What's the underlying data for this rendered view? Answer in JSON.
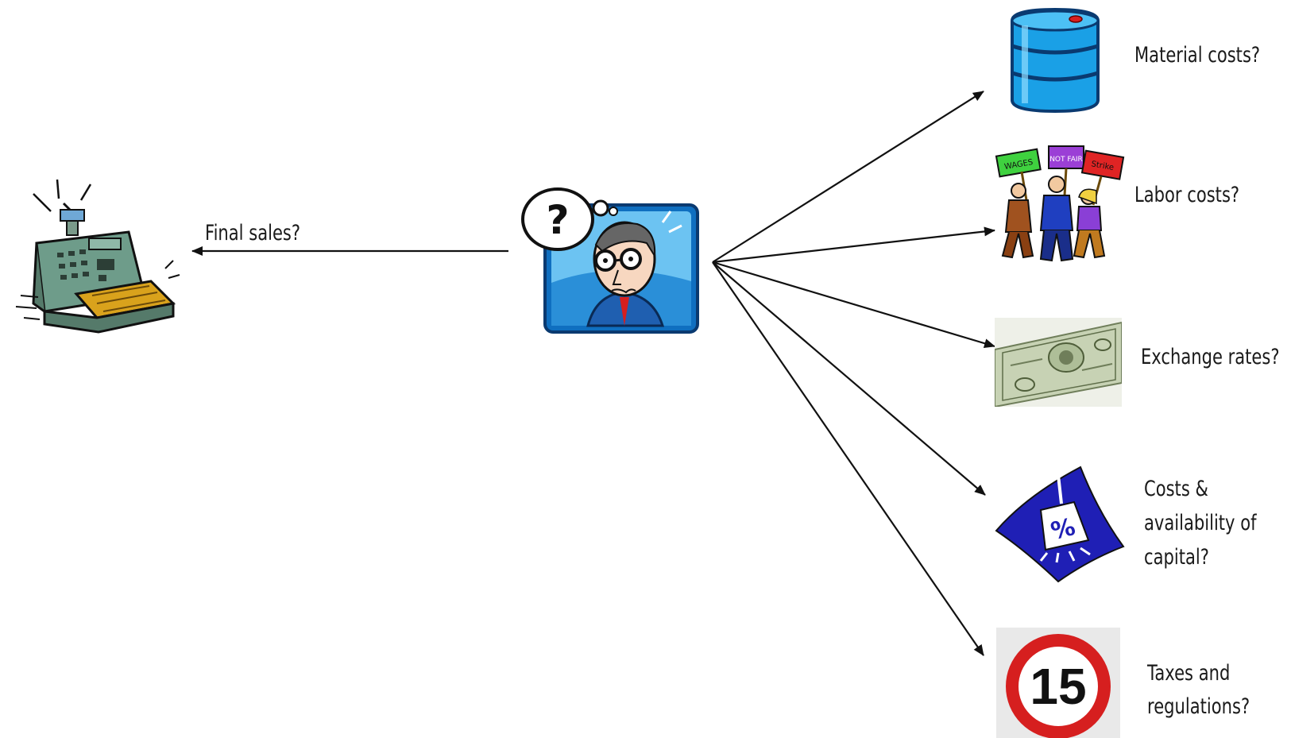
{
  "labels": {
    "left": "Final sales?",
    "material": "Material costs?",
    "labor": "Labor costs?",
    "exchange": "Exchange rates?",
    "capital_1": "Costs &",
    "capital_2": "availability of",
    "capital_3": "capital?",
    "taxes_1": "Taxes and",
    "taxes_2": "regulations?"
  },
  "icons": {
    "register": "cash-register-icon",
    "manager": "puzzled-manager-icon",
    "barrel": "oil-barrel-icon",
    "strikers": "protesting-workers-icon",
    "dollar": "dollar-bill-icon",
    "capital": "percent-weight-icon",
    "sign": "speed-limit-sign-icon"
  },
  "sign_number": "15",
  "question_mark": "?",
  "percent": "%",
  "placard_texts": [
    "WAGES",
    "NOT FAIR",
    "Strike"
  ],
  "colors": {
    "line": "#111111",
    "barrel": "#1aa0e6",
    "capital_blue": "#1f1fb5",
    "sign_red": "#d61f1f"
  }
}
